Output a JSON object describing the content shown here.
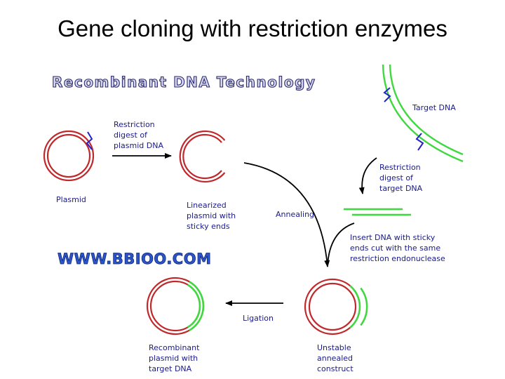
{
  "slide_title": "Gene cloning with restriction enzymes",
  "figure": {
    "header": "Recombinant DNA Technology",
    "watermark": "WWW.BBIOO.COM",
    "labels": {
      "restriction_digest_plasmid": [
        "Restriction",
        "digest of",
        "plasmid DNA"
      ],
      "plasmid": [
        "Plasmid"
      ],
      "linearized": [
        "Linearized",
        "plasmid with",
        "sticky ends"
      ],
      "target_dna": [
        "Target DNA"
      ],
      "restriction_digest_target": [
        "Restriction",
        "digest of",
        "target DNA"
      ],
      "annealing": [
        "Annealing"
      ],
      "insert_dna": [
        "Insert DNA with sticky",
        "ends cut with the same",
        "restriction endonuclease"
      ],
      "ligation": [
        "Ligation"
      ],
      "recombinant": [
        "Recombinant",
        "plasmid with",
        "target DNA"
      ],
      "unstable": [
        "Unstable",
        "annealed",
        "construct"
      ]
    },
    "colors": {
      "plasmid_dna": "#c0292b",
      "target_dna": "#3fd83f",
      "restriction_site": "#2222cc",
      "arrow": "#000000",
      "label_text": "#1a1a8a"
    }
  }
}
